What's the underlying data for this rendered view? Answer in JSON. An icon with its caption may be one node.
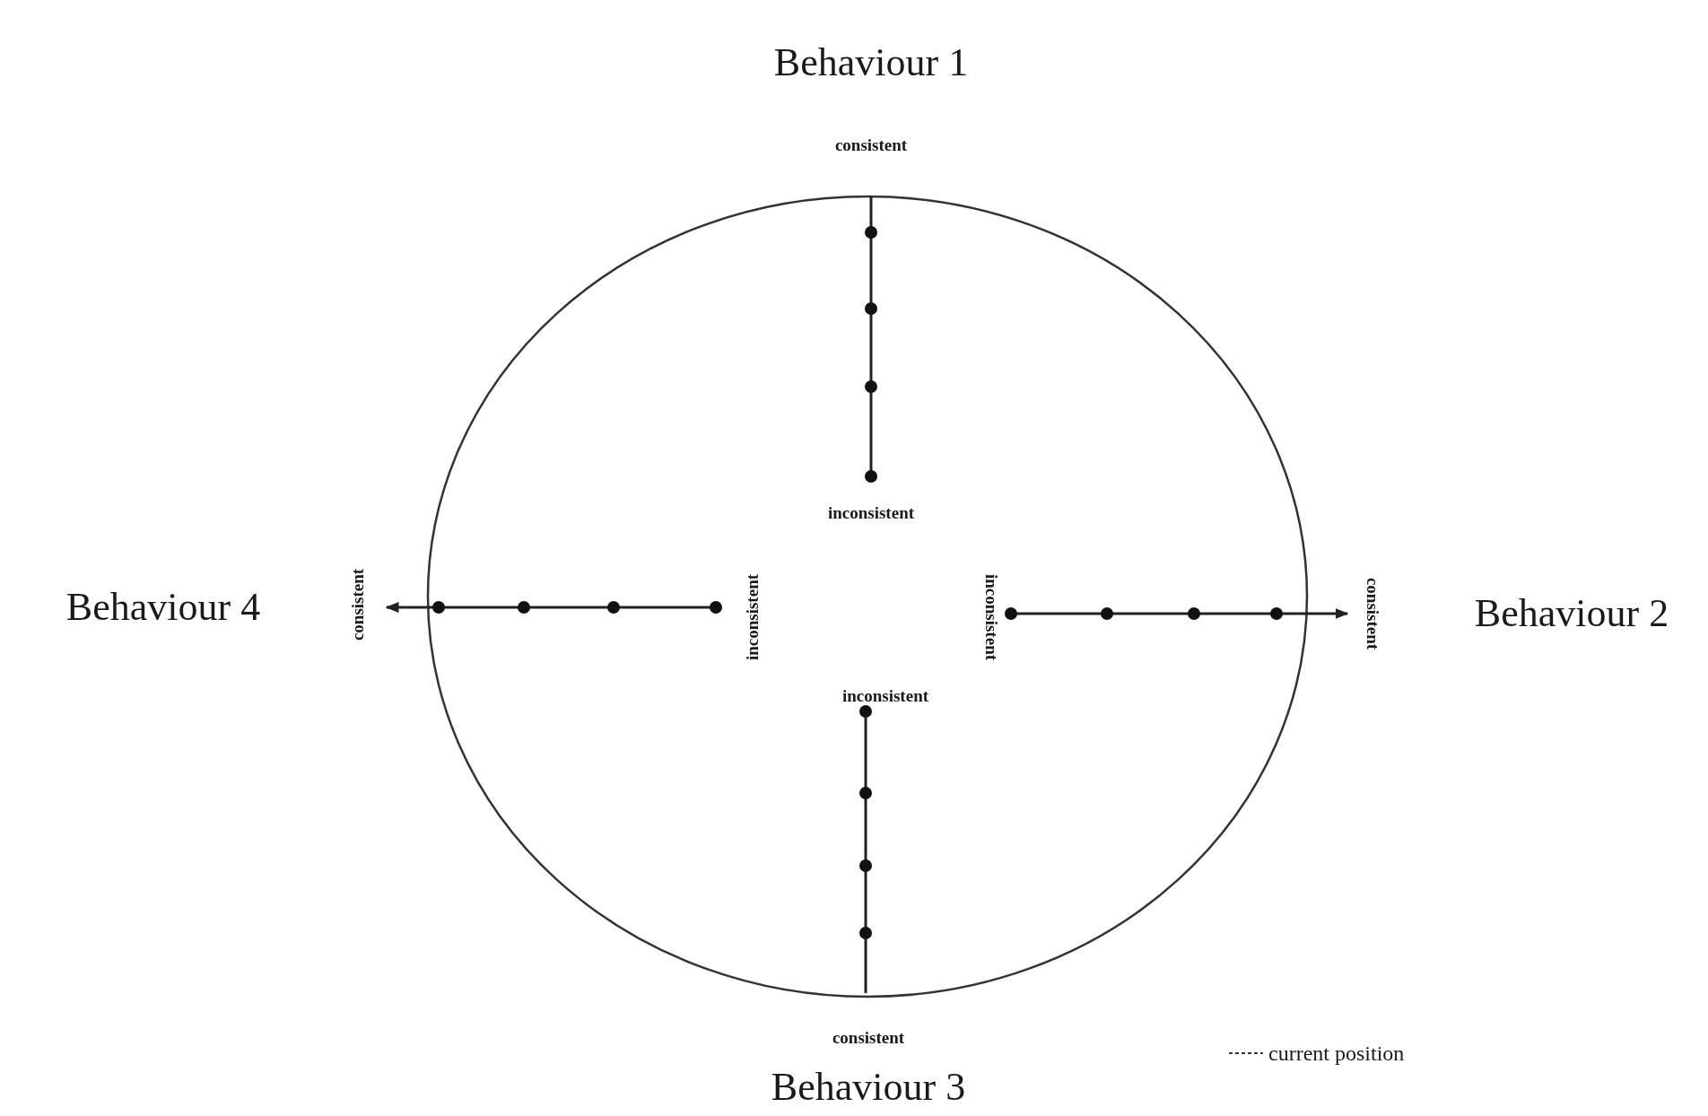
{
  "diagram": {
    "labels": [
      "Behaviour 1",
      "consistent",
      "inconsistent",
      "Behaviour 4",
      "consistent",
      "inconsistent",
      "inconsistent",
      "consistent",
      "Behaviour 2",
      "inconsistent",
      "consistent",
      "Behaviour 3"
    ],
    "legend": [
      {
        "text": "current position"
      }
    ]
  }
}
